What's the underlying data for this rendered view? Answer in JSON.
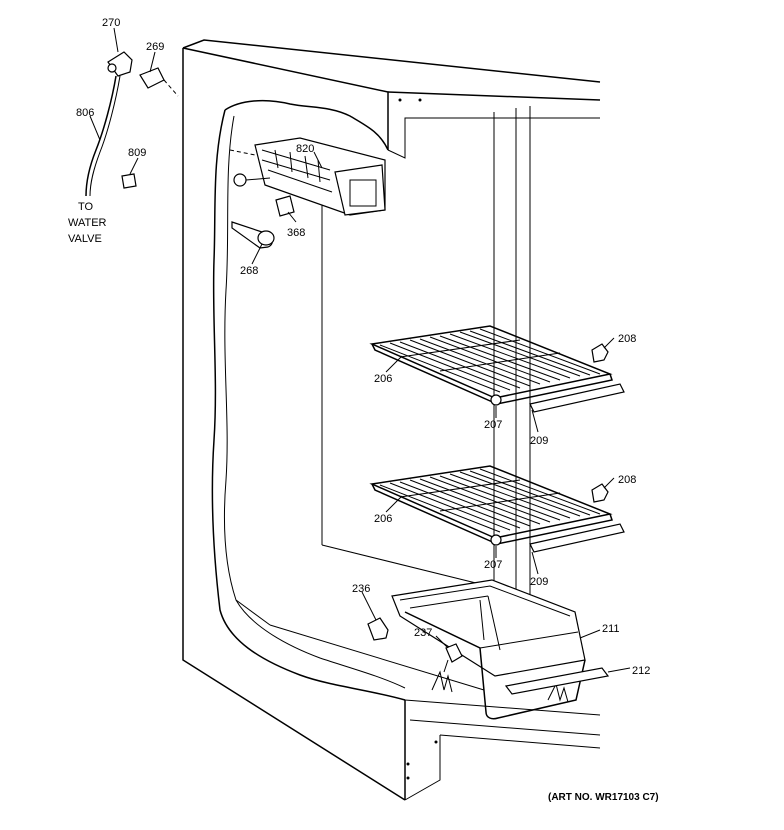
{
  "diagram": {
    "callouts": {
      "c270": "270",
      "c269": "269",
      "c806": "806",
      "c809": "809",
      "c820": "820",
      "c368": "368",
      "c268": "268",
      "c206a": "206",
      "c207a": "207",
      "c208a": "208",
      "c209a": "209",
      "c206b": "206",
      "c207b": "207",
      "c208b": "208",
      "c209b": "209",
      "c236": "236",
      "c237": "237",
      "c211": "211",
      "c212": "212"
    },
    "water_valve_note": [
      "TO",
      "WATER",
      "VALVE"
    ],
    "art_number": "(ART NO. WR17103 C7)"
  }
}
